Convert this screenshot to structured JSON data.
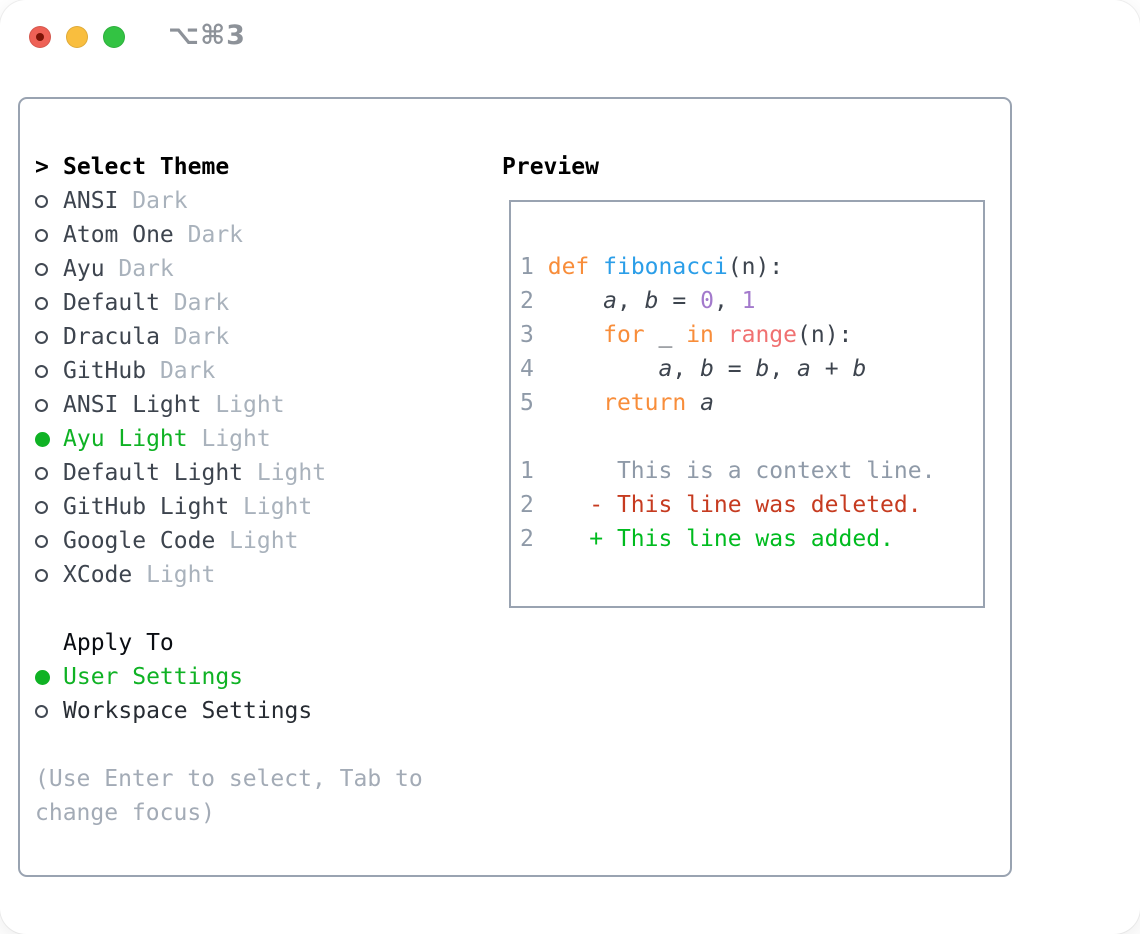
{
  "window": {
    "title": "⌥⌘3",
    "traffic_lights": [
      "close-button",
      "minimize-button",
      "zoom-button"
    ]
  },
  "theme_panel": {
    "header": {
      "marker": ">",
      "label": "Select Theme"
    },
    "themes": [
      {
        "name": "ANSI",
        "variant": "Dark",
        "selected": false
      },
      {
        "name": "Atom One",
        "variant": "Dark",
        "selected": false
      },
      {
        "name": "Ayu",
        "variant": "Dark",
        "selected": false
      },
      {
        "name": "Default",
        "variant": "Dark",
        "selected": false
      },
      {
        "name": "Dracula",
        "variant": "Dark",
        "selected": false
      },
      {
        "name": "GitHub",
        "variant": "Dark",
        "selected": false
      },
      {
        "name": "ANSI Light",
        "variant": "Light",
        "selected": false
      },
      {
        "name": "Ayu Light",
        "variant": "Light",
        "selected": true
      },
      {
        "name": "Default Light",
        "variant": "Light",
        "selected": false
      },
      {
        "name": "GitHub Light",
        "variant": "Light",
        "selected": false
      },
      {
        "name": "Google Code",
        "variant": "Light",
        "selected": false
      },
      {
        "name": "XCode",
        "variant": "Light",
        "selected": false
      }
    ],
    "apply_to": {
      "label": "Apply To",
      "options": [
        {
          "label": "User Settings",
          "selected": true
        },
        {
          "label": "Workspace Settings",
          "selected": false
        }
      ]
    },
    "hint_line1": "(Use Enter to select, Tab to",
    "hint_line2": "change focus)"
  },
  "preview": {
    "title": "Preview",
    "code_lines": [
      {
        "num": "1",
        "tokens": [
          {
            "t": "def",
            "c": "kw"
          },
          {
            "t": " "
          },
          {
            "t": "fibonacci",
            "c": "fn"
          },
          {
            "t": "(n):"
          }
        ]
      },
      {
        "num": "2",
        "tokens": [
          {
            "t": "    "
          },
          {
            "t": "a",
            "c": "var"
          },
          {
            "t": ", "
          },
          {
            "t": "b",
            "c": "var"
          },
          {
            "t": " = "
          },
          {
            "t": "0",
            "c": "num"
          },
          {
            "t": ", "
          },
          {
            "t": "1",
            "c": "num"
          }
        ]
      },
      {
        "num": "3",
        "tokens": [
          {
            "t": "    "
          },
          {
            "t": "for",
            "c": "kw"
          },
          {
            "t": " _ "
          },
          {
            "t": "in",
            "c": "kw"
          },
          {
            "t": " "
          },
          {
            "t": "range",
            "c": "call"
          },
          {
            "t": "(n):"
          }
        ]
      },
      {
        "num": "4",
        "tokens": [
          {
            "t": "        "
          },
          {
            "t": "a",
            "c": "var"
          },
          {
            "t": ", "
          },
          {
            "t": "b",
            "c": "var"
          },
          {
            "t": " = "
          },
          {
            "t": "b",
            "c": "var"
          },
          {
            "t": ", "
          },
          {
            "t": "a",
            "c": "var"
          },
          {
            "t": " + "
          },
          {
            "t": "b",
            "c": "var"
          }
        ]
      },
      {
        "num": "5",
        "tokens": [
          {
            "t": "    "
          },
          {
            "t": "return",
            "c": "kw"
          },
          {
            "t": " "
          },
          {
            "t": "a",
            "c": "var"
          }
        ]
      }
    ],
    "diff_lines": [
      {
        "num": "1",
        "marker": " ",
        "text": "This is a context line.",
        "kind": "context"
      },
      {
        "num": "2",
        "marker": "-",
        "text": "This line was deleted.",
        "kind": "del"
      },
      {
        "num": "2",
        "marker": "+",
        "text": "This line was added.",
        "kind": "add"
      }
    ]
  },
  "colors": {
    "panel_border": "#99a3b1",
    "selection_green": "#0fb224",
    "added_green": "#00bb1f",
    "deleted_red": "#c63b20",
    "keyword_orange": "#f88d3a",
    "function_blue": "#2b9ee8",
    "number_purple": "#a37acc",
    "call_coral": "#f07171",
    "gutter_gray": "#8f9aa8",
    "muted_gray": "#a9b2bc",
    "traffic_red": "#ee6156",
    "traffic_yellow": "#f9be3e",
    "traffic_green": "#33c343"
  }
}
